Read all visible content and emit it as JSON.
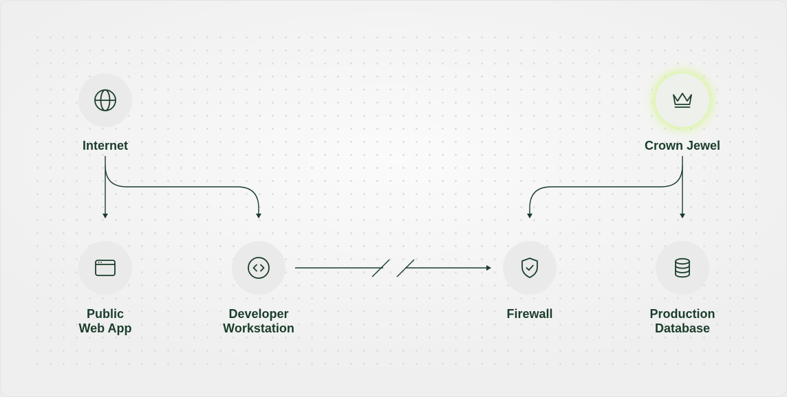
{
  "nodes": {
    "internet": {
      "label": "Internet",
      "icon": "globe-icon"
    },
    "crown_jewel": {
      "label": "Crown Jewel",
      "icon": "crown-icon",
      "highlighted": true
    },
    "public_web_app": {
      "label": "Public\nWeb App",
      "icon": "browser-window-icon"
    },
    "developer_workstation": {
      "label": "Developer\nWorkstation",
      "icon": "code-icon"
    },
    "firewall": {
      "label": "Firewall",
      "icon": "shield-check-icon"
    },
    "production_database": {
      "label": "Production\nDatabase",
      "icon": "database-icon"
    }
  },
  "edges": [
    {
      "from": "Internet",
      "to": "Public Web App"
    },
    {
      "from": "Internet",
      "to": "Developer Workstation"
    },
    {
      "from": "Developer Workstation",
      "to": "Firewall",
      "style": "broken"
    },
    {
      "from": "Crown Jewel",
      "to": "Firewall"
    },
    {
      "from": "Crown Jewel",
      "to": "Production Database"
    }
  ],
  "colors": {
    "ink": "#1b3d2b",
    "node_bg": "#e9eae9",
    "highlight_glow": "#d9f59a",
    "canvas": "#f4f4f4"
  }
}
